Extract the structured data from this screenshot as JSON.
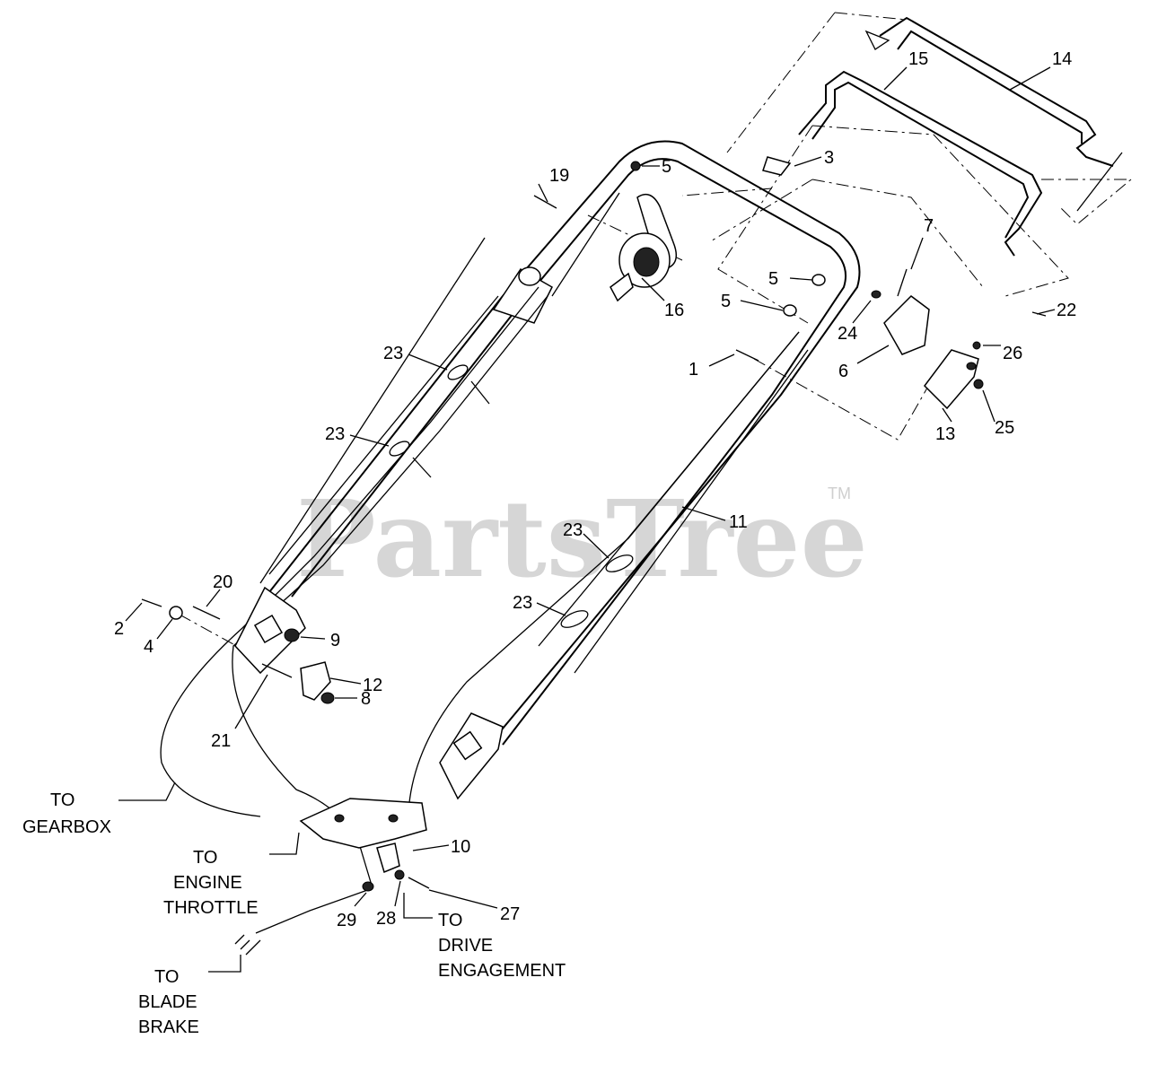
{
  "watermark": {
    "brand": "PartsTree",
    "trademark": "TM"
  },
  "callouts": [
    {
      "id": "c1",
      "text": "1"
    },
    {
      "id": "c2",
      "text": "2"
    },
    {
      "id": "c3",
      "text": "3"
    },
    {
      "id": "c4",
      "text": "4"
    },
    {
      "id": "c5a",
      "text": "5"
    },
    {
      "id": "c5b",
      "text": "5"
    },
    {
      "id": "c5c",
      "text": "5"
    },
    {
      "id": "c6",
      "text": "6"
    },
    {
      "id": "c7",
      "text": "7"
    },
    {
      "id": "c8",
      "text": "8"
    },
    {
      "id": "c9",
      "text": "9"
    },
    {
      "id": "c10",
      "text": "10"
    },
    {
      "id": "c11",
      "text": "11"
    },
    {
      "id": "c12",
      "text": "12"
    },
    {
      "id": "c13",
      "text": "13"
    },
    {
      "id": "c14",
      "text": "14"
    },
    {
      "id": "c15",
      "text": "15"
    },
    {
      "id": "c16",
      "text": "16"
    },
    {
      "id": "c19",
      "text": "19"
    },
    {
      "id": "c20",
      "text": "20"
    },
    {
      "id": "c21",
      "text": "21"
    },
    {
      "id": "c22",
      "text": "22"
    },
    {
      "id": "c23a",
      "text": "23"
    },
    {
      "id": "c23b",
      "text": "23"
    },
    {
      "id": "c23c",
      "text": "23"
    },
    {
      "id": "c23d",
      "text": "23"
    },
    {
      "id": "c24",
      "text": "24"
    },
    {
      "id": "c25",
      "text": "25"
    },
    {
      "id": "c26",
      "text": "26"
    },
    {
      "id": "c27",
      "text": "27"
    },
    {
      "id": "c28",
      "text": "28"
    },
    {
      "id": "c29",
      "text": "29"
    }
  ],
  "destinations": {
    "gearbox": [
      "TO",
      "GEARBOX"
    ],
    "throttle": [
      "TO",
      "ENGINE",
      "THROTTLE"
    ],
    "drive": [
      "TO",
      "DRIVE",
      "ENGAGEMENT"
    ],
    "blade": [
      "TO",
      "BLADE",
      "BRAKE"
    ]
  }
}
